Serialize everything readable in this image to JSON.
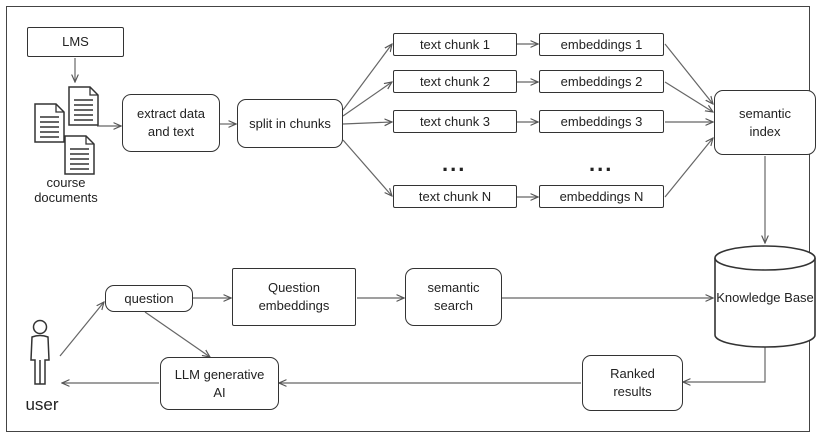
{
  "source": {
    "lms": "LMS",
    "docs_label": "course documents"
  },
  "pipeline": {
    "extract": "extract data and text",
    "split": "split in chunks",
    "chunks": [
      "text chunk 1",
      "text chunk 2",
      "text chunk 3",
      "text chunk N"
    ],
    "embeddings": [
      "embeddings 1",
      "embeddings 2",
      "embeddings 3",
      "embeddings N"
    ],
    "ellipsis": "...",
    "semantic_index": "semantic index"
  },
  "query": {
    "question": "question",
    "question_embeddings": "Question embeddings",
    "semantic_search": "semantic search",
    "knowledge_base": "Knowledge Base",
    "ranked_results": "Ranked results",
    "llm": "LLM generative AI",
    "user": "user"
  },
  "icons": [
    "document-icon",
    "user-icon",
    "database-icon"
  ],
  "colors": {
    "stroke": "#333333",
    "background": "#ffffff",
    "text": "#222222"
  }
}
